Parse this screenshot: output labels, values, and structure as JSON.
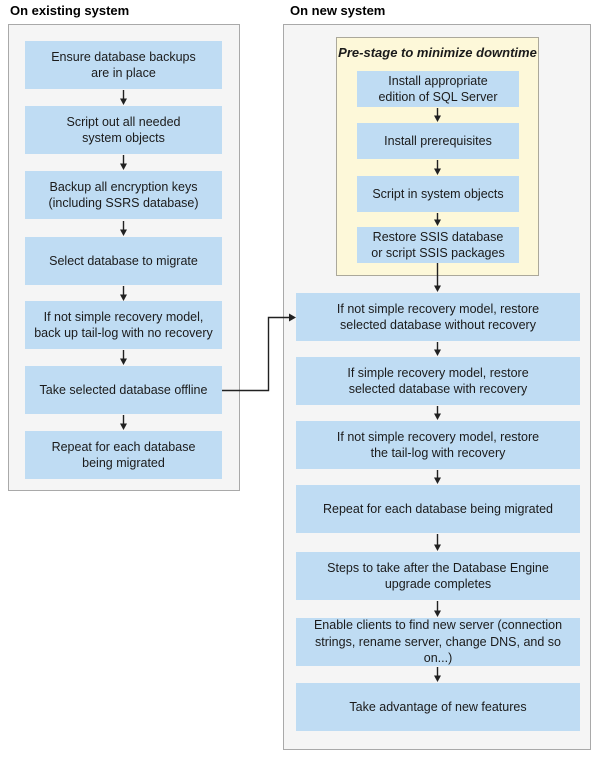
{
  "diagram": {
    "left": {
      "title": "On existing system",
      "steps": [
        "Ensure database backups\nare in place",
        "Script out all needed\nsystem objects",
        "Backup all encryption keys\n(including SSRS database)",
        "Select database to migrate",
        "If not simple recovery model,\nback up tail-log with no recovery",
        "Take selected database offline",
        "Repeat for each database\nbeing migrated"
      ]
    },
    "right": {
      "title": "On new system",
      "prestage": {
        "title": "Pre-stage to minimize downtime",
        "steps": [
          "Install appropriate\nedition of SQL Server",
          "Install prerequisites",
          "Script in system objects",
          "Restore SSIS database\nor script SSIS packages"
        ]
      },
      "steps": [
        "If not simple recovery model, restore\nselected database without recovery",
        "If simple recovery model, restore\nselected database with recovery",
        "If not simple recovery model, restore\nthe tail-log with recovery",
        "Repeat for each database being migrated",
        "Steps to take after the Database Engine\nupgrade completes",
        "Enable clients to find new server (connection\nstrings, rename server, change DNS, and so on...)",
        "Take advantage of new features"
      ]
    },
    "colors": {
      "step_box_blue": "#bfdcf3",
      "prestage_yellow": "#fdf8d9",
      "panel_gray": "#f5f5f5",
      "panel_border_gray": "#a9a9a9",
      "arrow_black": "#212121",
      "text": "#1b1b1b"
    }
  }
}
